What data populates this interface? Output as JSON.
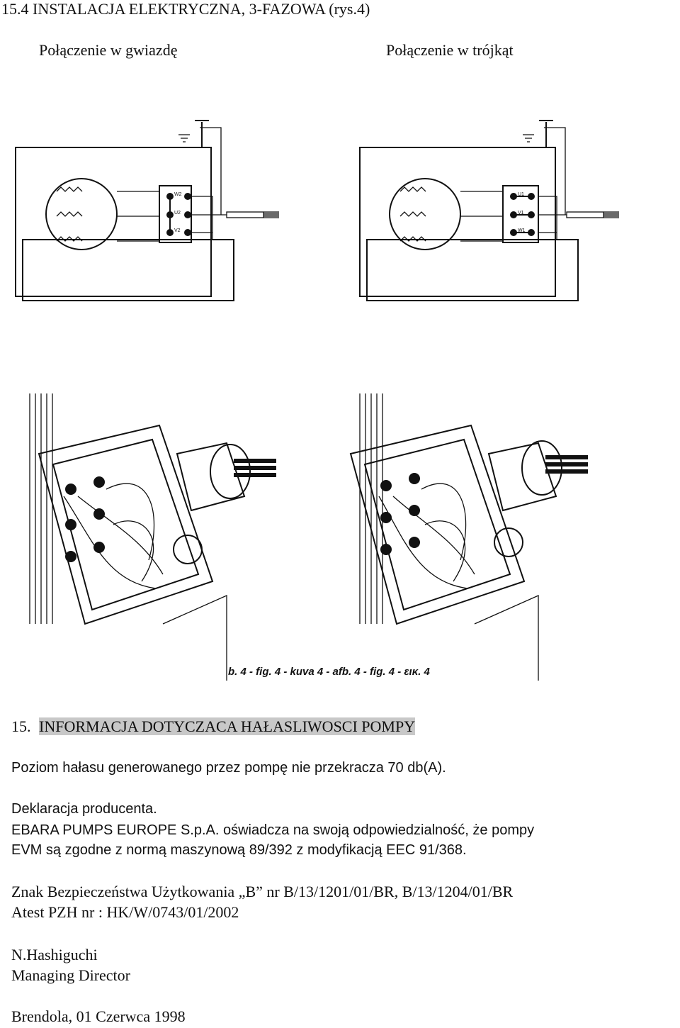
{
  "header": {
    "section_title": "15.4 INSTALACJA ELEKTRYCZNA, 3-FAZOWA (rys.4)",
    "star_label": "Połączenie w gwiazdę",
    "delta_label": "Połączenie w trójkąt"
  },
  "figure": {
    "terminal_labels": [
      "W2",
      "U2",
      "V2",
      "U1",
      "V1",
      "W1"
    ],
    "caption": "b. 4 - fig. 4 - kuva 4 - afb. 4 - fig. 4 - εικ. 4"
  },
  "section15": {
    "number": "15.",
    "title": "INFORMACJA DOTYCZACA HAŁASLIWOSCI POMPY",
    "noise_line": "Poziom hałasu generowanego przez pompę nie przekracza 70 db(A).",
    "decl_heading": "Deklaracja producenta.",
    "decl_line1": "EBARA PUMPS EUROPE S.p.A. oświadcza na swoją odpowiedzialność, że pompy",
    "decl_line2": "EVM są zgodne z normą maszynową 89/392 z modyfikacją EEC 91/368.",
    "mark_line": "Znak Bezpieczeństwa Użytkowania „B” nr B/13/1201/01/BR, B/13/1204/01/BR",
    "atest_line": "Atest PZH nr :  HK/W/0743/01/2002",
    "signer_name": "N.Hashiguchi",
    "signer_role": "Managing Director",
    "place_date": "Brendola, 01 Czerwca 1998"
  }
}
